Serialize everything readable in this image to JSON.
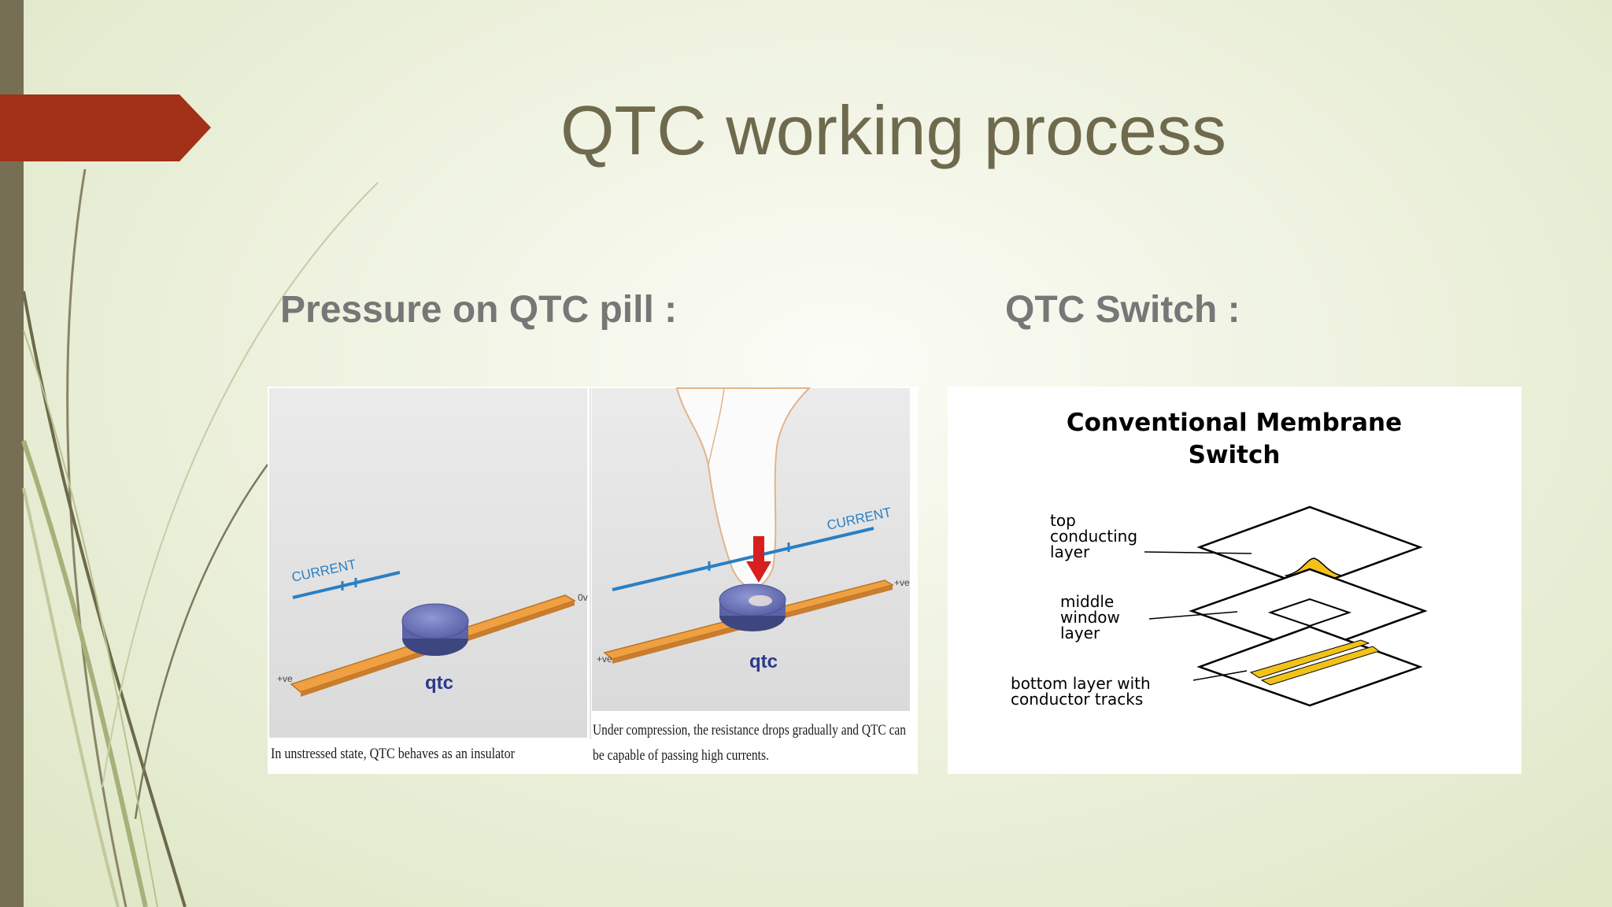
{
  "slide": {
    "title": "QTC working process",
    "left_heading": "Pressure on QTC pill :",
    "right_heading": "QTC Switch :"
  },
  "qtc_figure": {
    "panel_1": {
      "current_label": "CURRENT",
      "pill_label": "qtc",
      "positive_label": "+ve",
      "zero_label": "0v",
      "caption": "In unstressed state, QTC behaves as an insulator"
    },
    "panel_2": {
      "current_label": "CURRENT",
      "pill_label": "qtc",
      "positive_label_left": "+ve",
      "positive_label_right": "+ve",
      "caption_line_1": "Under compression, the resistance drops gradually and QTC can",
      "caption_line_2": "be capable of passing high currents."
    }
  },
  "membrane_figure": {
    "title_line_1": "Conventional Membrane",
    "title_line_2": "Switch",
    "top_layer_label": [
      "top",
      "conducting",
      "layer"
    ],
    "middle_layer_label": [
      "middle",
      "window",
      "layer"
    ],
    "bottom_layer_label": [
      "bottom layer with",
      "conductor tracks"
    ]
  },
  "colors": {
    "accent_arrow": "#a33117",
    "left_bar": "#766f54",
    "title_text": "#6f6a4e",
    "heading_text": "#777777",
    "track_orange": "#f0a040",
    "pill_blue": "#6e78bf",
    "current_blue": "#2a7fc3",
    "conductor_yellow": "#f2c21a"
  }
}
